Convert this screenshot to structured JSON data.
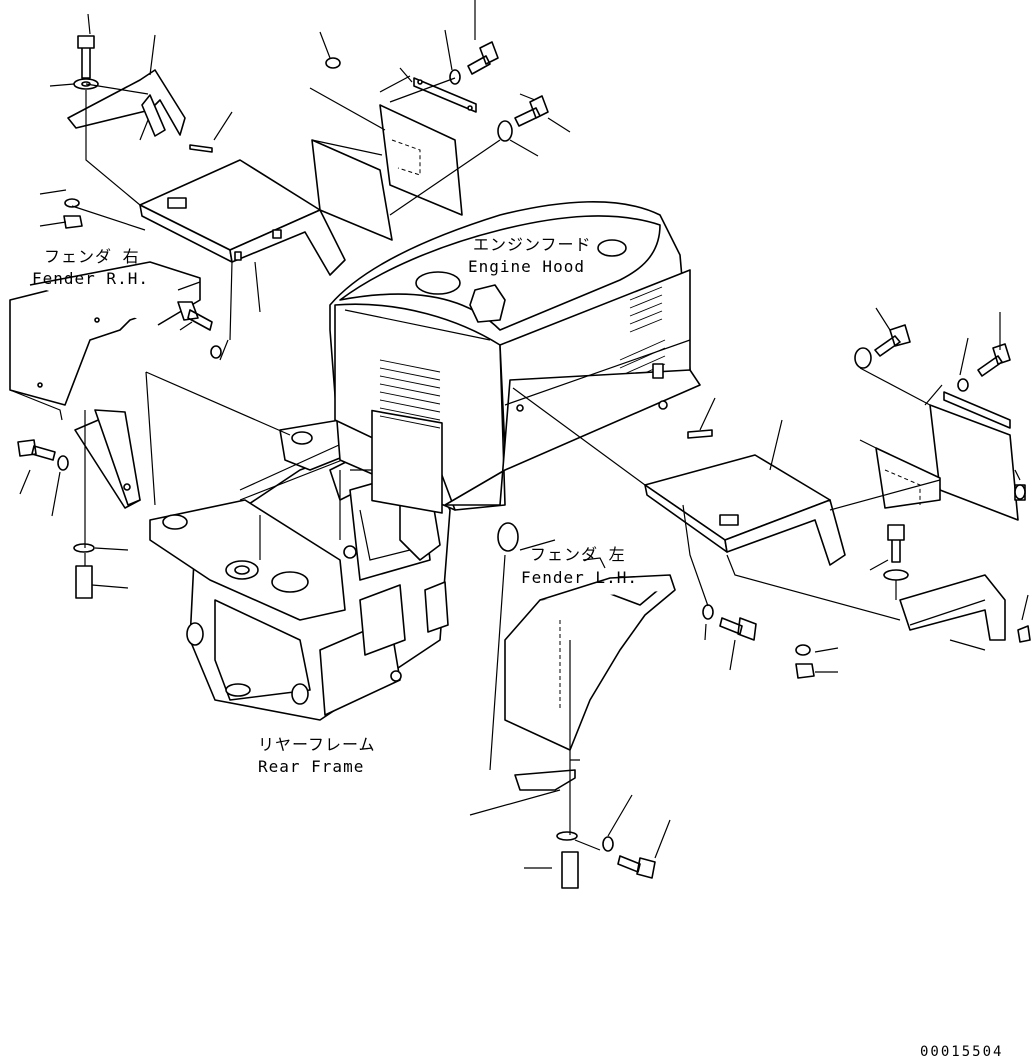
{
  "labels": {
    "engine_hood_jp": "エンジンフード",
    "engine_hood_en": "Engine Hood",
    "fender_rh_jp": "フェンダ 右",
    "fender_rh_en": "Fender R.H.",
    "fender_lh_jp": "フェンダ 左",
    "fender_lh_en": "Fender L.H.",
    "rear_frame_jp": "リヤーフレーム",
    "rear_frame_en": "Rear Frame"
  },
  "drawing_code": "00015504"
}
